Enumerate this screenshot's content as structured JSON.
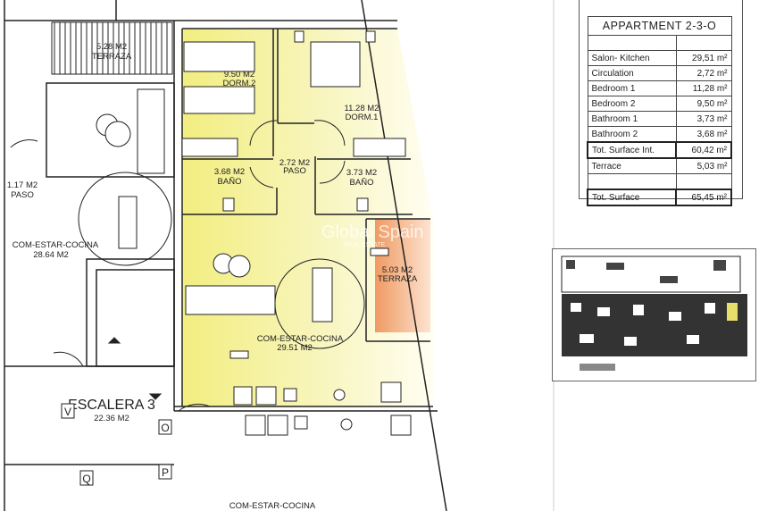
{
  "plan": {
    "rooms": {
      "terraza_left": {
        "area": "5.28 M2",
        "name": "TERRAZA"
      },
      "paso_left": {
        "area": "1.17 M2",
        "name": "PASO"
      },
      "living_left": {
        "name": "COM-ESTAR-COCINA",
        "area": "28.64 M2"
      },
      "dorm2": {
        "area": "9.50 M2",
        "name": "DORM.2"
      },
      "dorm1": {
        "area": "11.28 M2",
        "name": "DORM.1"
      },
      "paso": {
        "area": "2.72 M2",
        "name": "PASO"
      },
      "bano_left": {
        "area": "3.68 M2",
        "name": "BAÑO"
      },
      "bano_right": {
        "area": "3.73 M2",
        "name": "BAÑO"
      },
      "terraza_right": {
        "area": "5.03 M2",
        "name": "TERRAZA"
      },
      "living": {
        "name": "COM-ESTAR-COCINA",
        "area": "29.51 M2"
      },
      "escalera": {
        "name": "ESCALERA 3",
        "area": "22.36 M2"
      },
      "living_bottom": {
        "name": "COM-ESTAR-COCINA"
      }
    },
    "markers": [
      "V",
      "O",
      "P",
      "Q"
    ],
    "watermark": {
      "line1": "Global Spain",
      "line2": "REAL ESTATE"
    },
    "colors": {
      "apartment": "#f3ef8a",
      "terrace": "#f0a070"
    }
  },
  "area_table": {
    "title": "APPARTMENT 2-3-O",
    "rows": [
      {
        "label": "Salon- Kitchen",
        "value": "29,51 m²"
      },
      {
        "label": "Circulation",
        "value": "2,72 m²"
      },
      {
        "label": "Bedroom 1",
        "value": "11,28 m²"
      },
      {
        "label": "Bedroom 2",
        "value": "9,50 m²"
      },
      {
        "label": "Bathroom 1",
        "value": "3,73 m²"
      },
      {
        "label": "Bathroom 2",
        "value": "3,68 m²"
      },
      {
        "label": "Tot. Surface Int.",
        "value": "60,42 m²"
      },
      {
        "label": "Terrace",
        "value": "5,03 m²"
      },
      {
        "label": "Tot. Surface",
        "value": "65,45 m²"
      }
    ]
  }
}
